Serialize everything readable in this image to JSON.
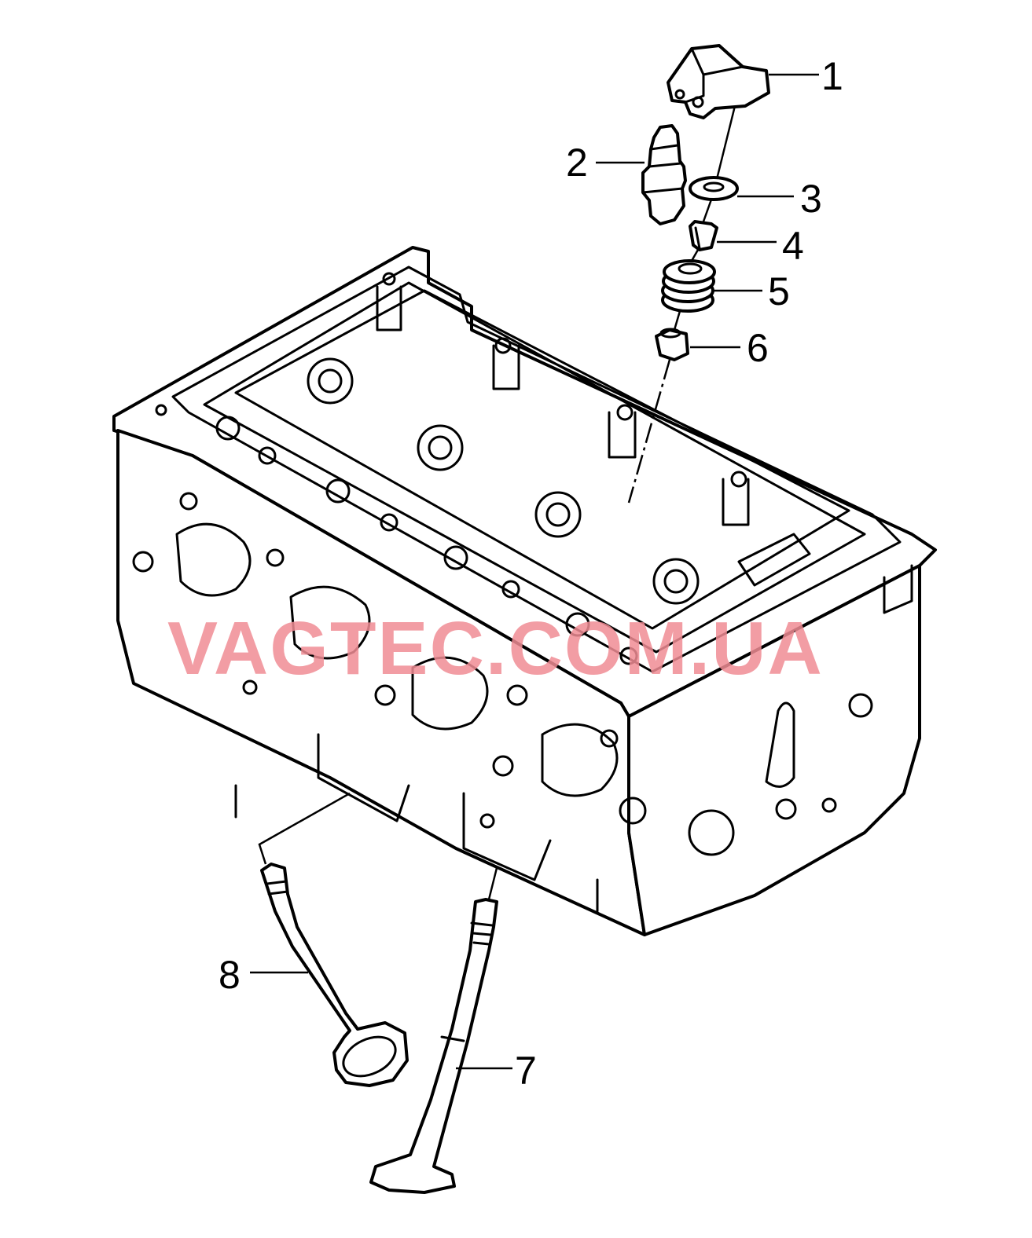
{
  "diagram": {
    "watermark": "VAGTEC.COM.UA",
    "watermark_color": "#f08c94",
    "callouts": [
      {
        "id": "1",
        "label": "1"
      },
      {
        "id": "2",
        "label": "2"
      },
      {
        "id": "3",
        "label": "3"
      },
      {
        "id": "4",
        "label": "4"
      },
      {
        "id": "5",
        "label": "5"
      },
      {
        "id": "6",
        "label": "6"
      },
      {
        "id": "7",
        "label": "7"
      },
      {
        "id": "8",
        "label": "8"
      }
    ]
  }
}
